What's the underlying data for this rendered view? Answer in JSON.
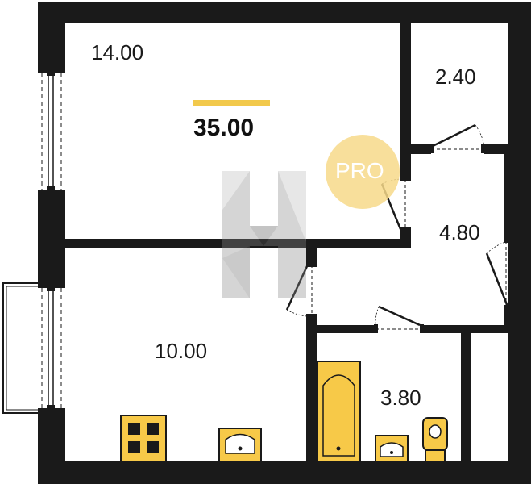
{
  "plan": {
    "total_area": "35.00",
    "badge": "PRO",
    "rooms": [
      {
        "id": "living",
        "area": "14.00"
      },
      {
        "id": "pantry",
        "area": "2.40"
      },
      {
        "id": "hall",
        "area": "4.80"
      },
      {
        "id": "kitchen",
        "area": "10.00"
      },
      {
        "id": "bathroom",
        "area": "3.80"
      }
    ]
  },
  "colors": {
    "wall": "#1a1a1a",
    "accent": "#f2c94c",
    "fixture_fill": "#f7c948"
  }
}
